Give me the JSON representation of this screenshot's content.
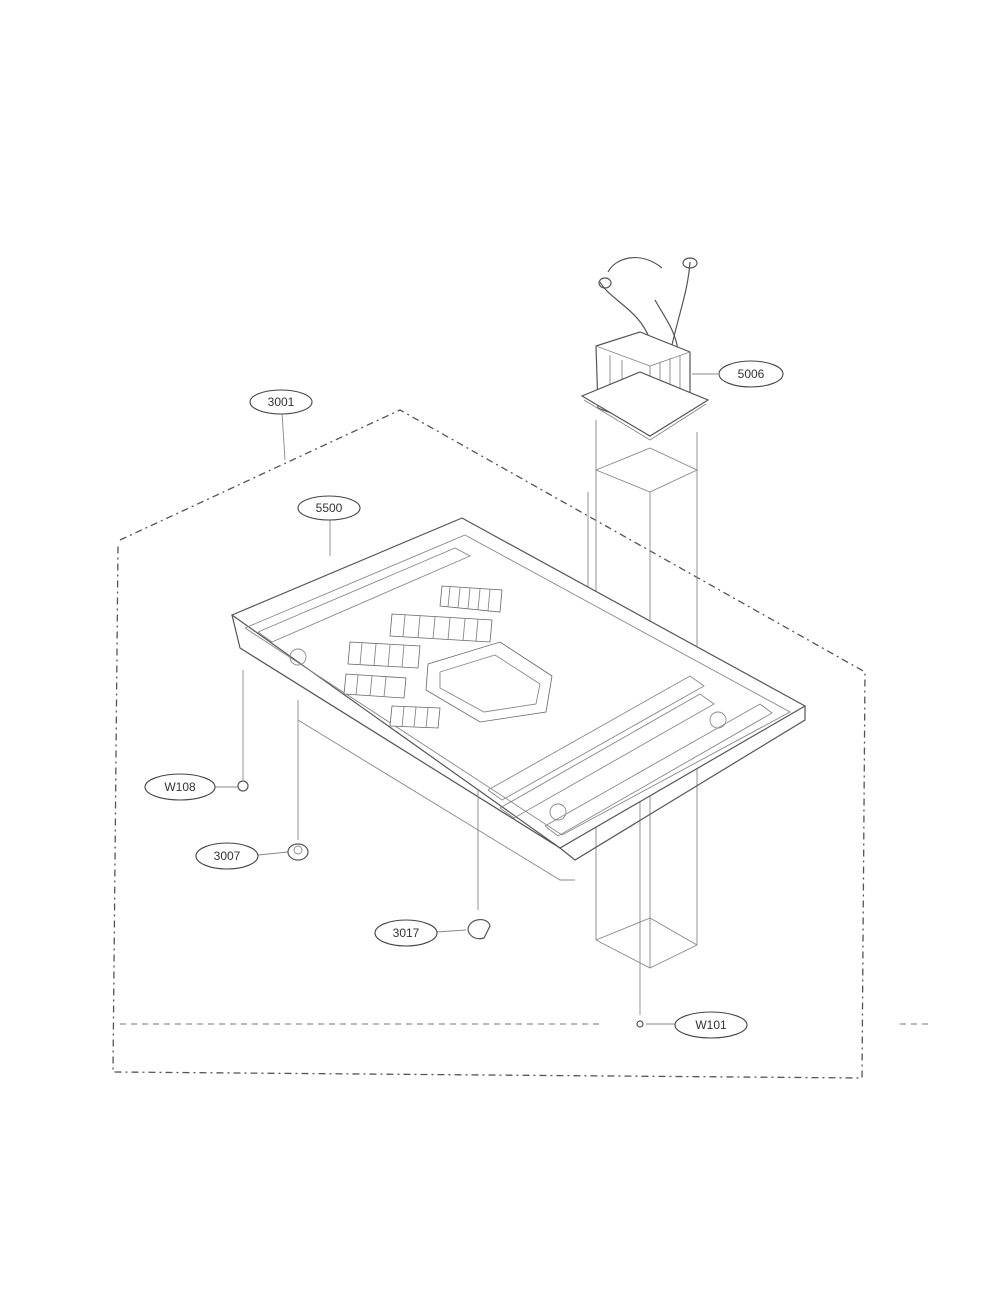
{
  "diagram": {
    "callouts": {
      "base_frame": "3001",
      "tray": "5500",
      "transformer": "5006",
      "screw_left": "W108",
      "foot_left": "3007",
      "foot_front": "3017",
      "screw_right": "W101"
    }
  }
}
